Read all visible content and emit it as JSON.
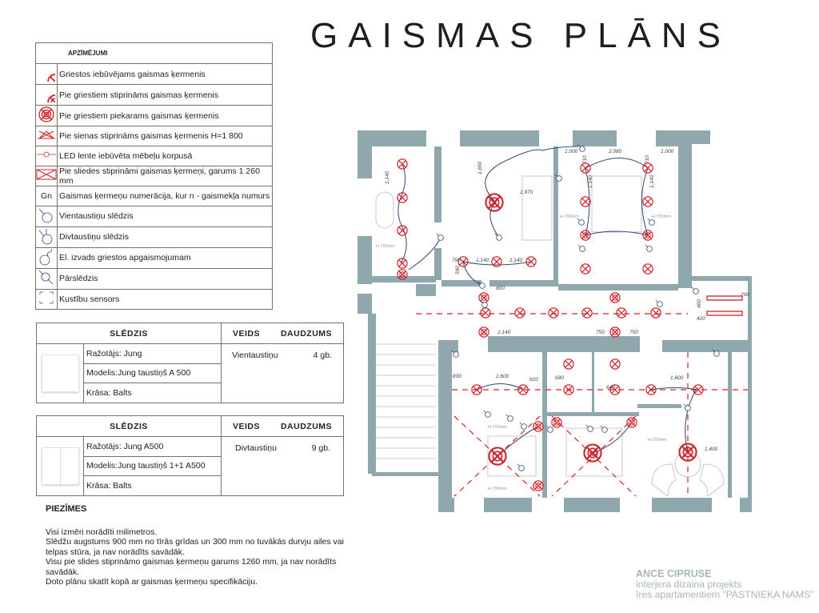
{
  "title": "GAISMAS PLĀNS",
  "legend": {
    "header": "APZĪMĒJUMI",
    "items": [
      {
        "icon": "recessed-light-icon",
        "label": "Griestos iebūvējams gaismas ķermenis"
      },
      {
        "icon": "ceiling-mounted-light-icon",
        "label": "Pie griestiem stiprināms gaismas ķermenis"
      },
      {
        "icon": "pendant-light-icon",
        "label": "Pie griestiem piekarams gaismas ķermenis"
      },
      {
        "icon": "wall-light-icon",
        "label": "Pie sienas stiprināms gaismas ķermenis H=1 800"
      },
      {
        "icon": "led-strip-icon",
        "label": "LED lente iebūvēta mēbeļu korpusā"
      },
      {
        "icon": "track-light-icon",
        "label": "Pie sliedes stiprināmi gaismas ķermeņi, garums 1 260 mm"
      },
      {
        "icon": "Gn",
        "label": "Gaismas ķermeņu numerācija, kur n - gaismekļa numurs"
      },
      {
        "icon": "single-switch-icon",
        "label": "Vientaustiņu slēdzis"
      },
      {
        "icon": "double-switch-icon",
        "label": "Divtaustiņu slēdzis"
      },
      {
        "icon": "ceiling-wire-icon",
        "label": "El. izvads griestos apgaismojumam"
      },
      {
        "icon": "toggle-switch-icon",
        "label": "Pārslēdzis"
      },
      {
        "icon": "motion-sensor-icon",
        "label": "Kustību sensors"
      }
    ]
  },
  "switch_tables": [
    {
      "header": "SLĒDZIS",
      "type_header": "VEIDS",
      "qty_header": "DAUDZUMS",
      "manufacturer": "Ražotājs: Jung",
      "model": "Modelis:Jung taustiņš A 500",
      "color": "Krāsa: Balts",
      "type": "Vientaustiņu",
      "qty": "4 gb."
    },
    {
      "header": "SLĒDZIS",
      "type_header": "VEIDS",
      "qty_header": "DAUDZUMS",
      "manufacturer": "Ražotājs: Jung A500",
      "model": "Modelis:Jung taustiņš 1+1 A500",
      "color": "Krāsa: Balts",
      "type": "Divtaustiņu",
      "qty": "9 gb."
    }
  ],
  "notes": {
    "title": "PIEZĪMES",
    "lines": [
      "Visi izmēri norādīti milimetros.",
      "Slēdžu augstums 900 mm no tīrās grīdas un 300 mm no tuvākās durvju ailes vai telpas stūra, ja nav norādīts savādāk.",
      "Visu pie slides stiprināmo gaismas ķermeņu garums 1260 mm, ja nav norādīts savādāk.",
      "Doto plānu skatīt kopā ar gaismas ķermeņu specifikāciju."
    ]
  },
  "footer": {
    "author": "ANCE CIPRUSE",
    "line1": "interjera dizaina projekts",
    "line2": "īres apartamentiem \"PASTNIEKA NAMS\""
  },
  "plan": {
    "dims": [
      "1,000",
      "2,080",
      "1,000",
      "710",
      "710",
      "1,140",
      "1,140",
      "1,850",
      "1,970",
      "1,140",
      "790",
      "1,140",
      "1,140",
      "590",
      "800",
      "1,140",
      "750",
      "750",
      "830",
      "1,600",
      "620",
      "690",
      "640",
      "1,600",
      "1,400",
      "400",
      "420",
      "200"
    ],
    "height_label": "H.700mm"
  },
  "colors": {
    "wall": "#8fa8ae",
    "fixture": "#d0232a",
    "wire": "#2c4a78"
  }
}
